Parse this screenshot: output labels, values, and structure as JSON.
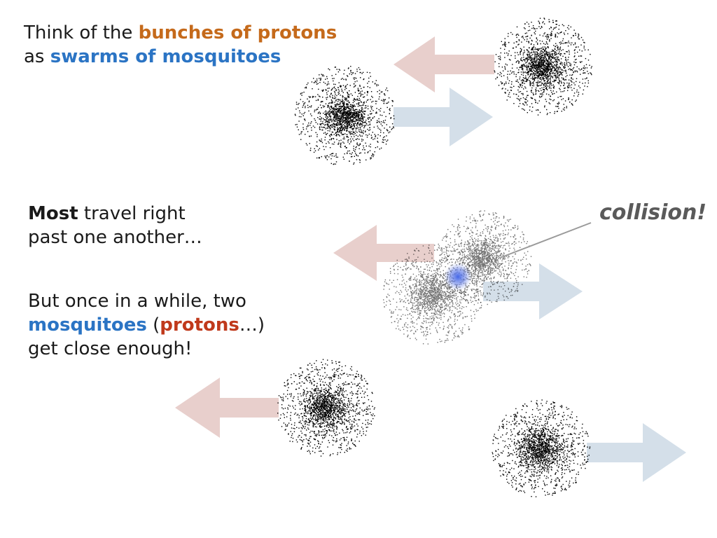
{
  "text1": {
    "line1_prefix": "Think of the ",
    "line1_highlight": "bunches of protons",
    "line2_prefix": "as ",
    "line2_highlight": "swarms of mosquitoes"
  },
  "text2": {
    "bold_word": "Most",
    "line1_rest": " travel right",
    "line2": "past one another…"
  },
  "text3": {
    "line1": "But once in a while, two",
    "line2_blue": "mosquitoes",
    "line2_open": " (",
    "line2_red": "protons",
    "line2_close": "…)",
    "line3": "get close enough!"
  },
  "collision_label": "collision!",
  "colors": {
    "orange": "#c56a1b",
    "blue": "#2b74c4",
    "red": "#c0391b",
    "arrow_left": "#e8cfcc",
    "arrow_right": "#d4dfe9",
    "collision_glow": "#4f6fe0"
  }
}
